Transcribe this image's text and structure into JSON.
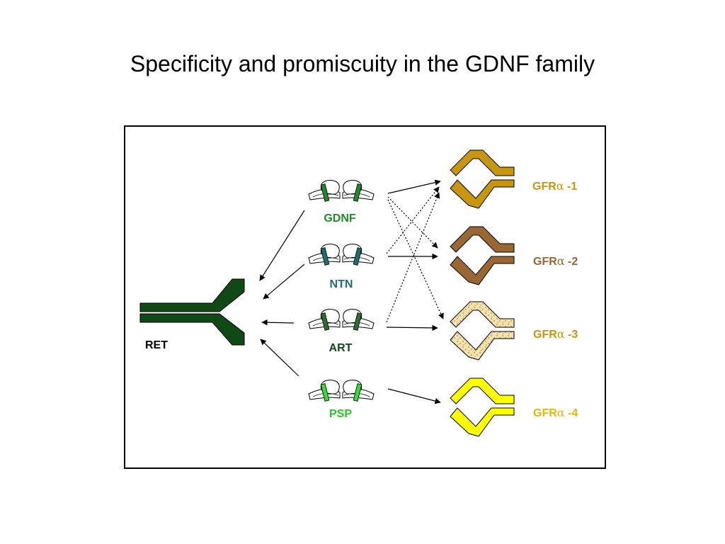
{
  "title": "Specificity and promiscuity in the GDNF family",
  "receptor": {
    "name": "RET",
    "color": "#0f4a14"
  },
  "ligands": [
    {
      "id": "gdnf",
      "label": "GDNF",
      "color": "#1e8a2c",
      "label_color": "#1e8a2c"
    },
    {
      "id": "ntn",
      "label": "NTN",
      "color": "#1d6e70",
      "label_color": "#1d6e70"
    },
    {
      "id": "art",
      "label": "ART",
      "color": "#2c6e2e",
      "label_color": "#0f4a14"
    },
    {
      "id": "psp",
      "label": "PSP",
      "color": "#33dd33",
      "label_color": "#22cc22"
    }
  ],
  "coreceptors": [
    {
      "id": "gfra1",
      "prefix": "GFR",
      "greek": "α",
      "suffix": " -1",
      "color": "#c8960e",
      "label_color": "#c8960e",
      "pattern": "solid"
    },
    {
      "id": "gfra2",
      "prefix": "GFR",
      "greek": "α",
      "suffix": " -2",
      "color": "#9a6632",
      "label_color": "#9a6632",
      "pattern": "solid"
    },
    {
      "id": "gfra3",
      "prefix": "GFR",
      "greek": "α",
      "suffix": " -3",
      "color": "#f4e2b0",
      "label_color": "#c8960e",
      "pattern": "dotted"
    },
    {
      "id": "gfra4",
      "prefix": "GFR",
      "greek": "α",
      "suffix": " -4",
      "color": "#ffff00",
      "label_color": "#e8b800",
      "pattern": "solid"
    }
  ]
}
